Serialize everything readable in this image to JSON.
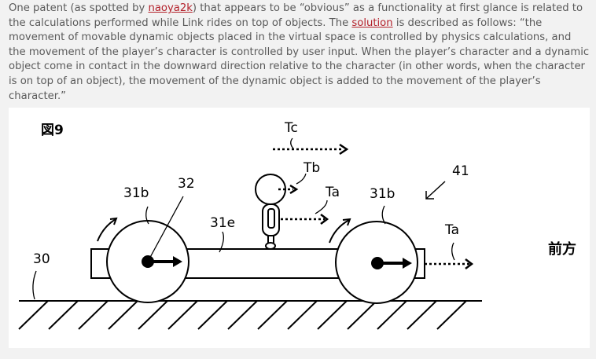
{
  "article": {
    "part1": "One patent (as spotted by ",
    "link1": "naoya2k",
    "part2": ") that appears to be “obvious” as a functionality at first glance is related to the calculations performed while Link rides on top of objects. The ",
    "link2": "solution",
    "part3": " is described as follows: “the movement of movable dynamic objects placed in the virtual space is controlled by physics calculations, and the movement of the player’s character is controlled by user input. When the player’s character and a dynamic object come in contact in the downward direction relative to the character (in other words, when the character is on top of an object), the movement of the dynamic object is added to the movement of the player’s character.”"
  },
  "figure": {
    "title": "図9",
    "labels": {
      "tc": "Tc",
      "tb": "Tb",
      "ta_char": "Ta",
      "ta_front": "Ta",
      "n41": "41",
      "n32": "32",
      "n31b_left": "31b",
      "n31b_right": "31b",
      "n31e": "31e",
      "n30": "30",
      "forward": "前方"
    },
    "icons": [
      "wheel-left",
      "wheel-right",
      "cart-body",
      "player-character",
      "ground-hatching"
    ]
  }
}
